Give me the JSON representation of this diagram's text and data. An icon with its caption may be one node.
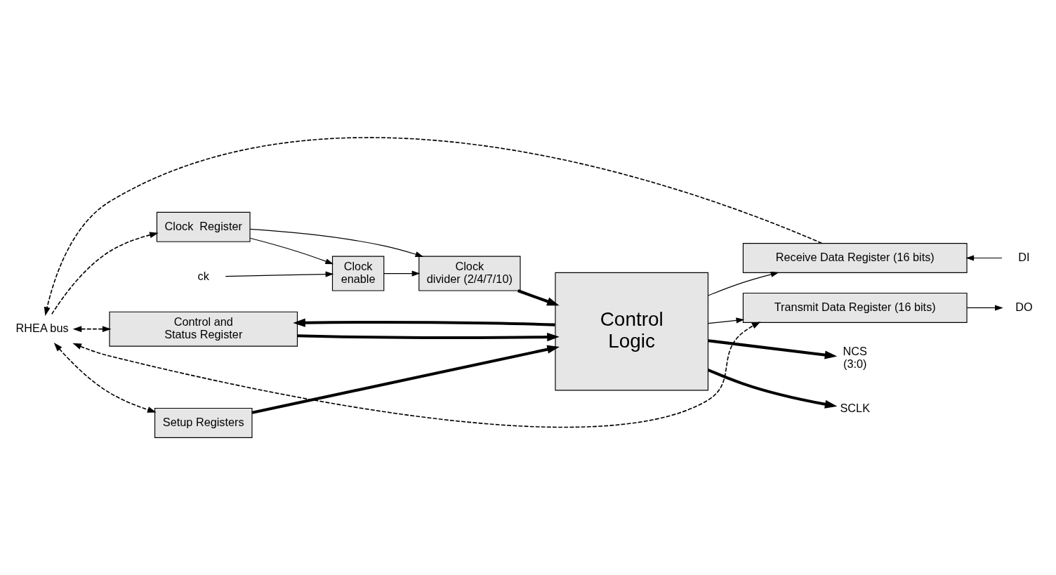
{
  "diagram": {
    "nodes": [
      {
        "text": [
          "Clock  Register"
        ]
      },
      {
        "text": [
          "ck"
        ]
      },
      {
        "text": [
          "Clock enable"
        ]
      },
      {
        "text": [
          "Clock divider (2/4/7/10)"
        ]
      },
      {
        "text": [
          "Setup Registers"
        ]
      },
      {
        "text": [
          "Control Logic"
        ]
      },
      {
        "text": [
          "Control and Status Register"
        ]
      },
      {
        "text": [
          "Transmit Data Register (16 bits)"
        ]
      },
      {
        "text": [
          "Receive Data Register (16 bits)"
        ]
      },
      {
        "text": [
          "DO"
        ]
      },
      {
        "text": [
          "DI"
        ]
      },
      {
        "text": [
          "NCS (3:0)"
        ]
      },
      {
        "text": [
          "SCLK"
        ]
      },
      {
        "text": [
          "RHEA bus"
        ]
      }
    ],
    "edges": [
      {
        "from": 0,
        "to": 2,
        "arrow": "to"
      },
      {
        "from": 0,
        "to": 3,
        "arrow": "to"
      },
      {
        "from": 1,
        "to": 2,
        "arrow": "to"
      },
      {
        "from": 2,
        "to": 3,
        "arrow": "to"
      },
      {
        "from": 3,
        "to": 5,
        "arrow": "to",
        "style": "thick"
      },
      {
        "from": 4,
        "to": 5,
        "arrow": "to",
        "style": "thick"
      },
      {
        "from": 6,
        "to": 5,
        "arrow": "to",
        "style": "thick"
      },
      {
        "from": 5,
        "to": 6,
        "arrow": "to",
        "style": "thick"
      },
      {
        "from": 5,
        "to": 7,
        "arrow": "to"
      },
      {
        "from": 5,
        "to": 8,
        "arrow": "to"
      },
      {
        "from": 7,
        "to": 9,
        "arrow": "to"
      },
      {
        "from": 10,
        "to": 8,
        "arrow": "to"
      },
      {
        "from": 5,
        "to": 11,
        "arrow": "to",
        "style": "thick"
      },
      {
        "from": 5,
        "to": 12,
        "arrow": "to",
        "style": "thick"
      },
      {
        "from": 13,
        "to": 0,
        "arrow": "to",
        "style": "dashed"
      },
      {
        "from": 13,
        "to": 4,
        "arrow": "both",
        "style": "dashed"
      },
      {
        "from": 13,
        "to": 6,
        "arrow": "both",
        "style": "dashed"
      },
      {
        "from": 13,
        "to": 7,
        "arrow": "both",
        "style": "dashed"
      },
      {
        "from": 8,
        "to": 13,
        "arrow": "to",
        "style": "dashed"
      }
    ]
  }
}
